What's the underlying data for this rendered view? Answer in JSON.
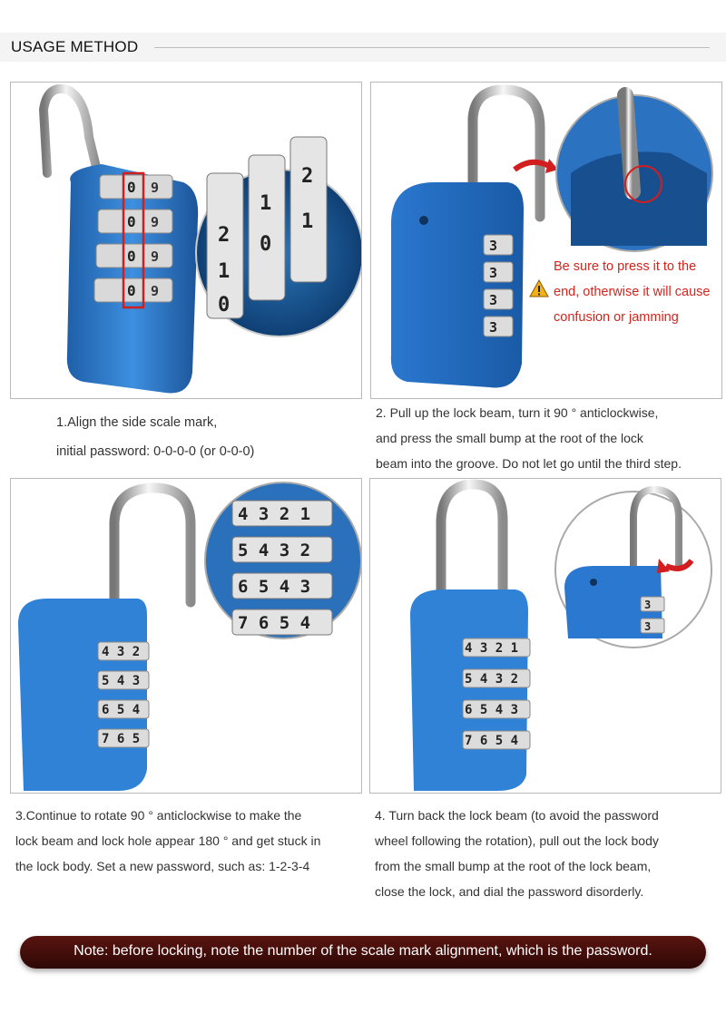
{
  "header": {
    "title": "USAGE METHOD"
  },
  "steps": [
    {
      "lines": [
        "1.Align the side scale mark,",
        "initial password: 0-0-0-0 (or 0-0-0)"
      ]
    },
    {
      "lines": [
        "2. Pull up the lock beam, turn it 90 ° anticlockwise,",
        "and press the small bump at the root of the lock",
        "beam into the groove. Do not let go until the third step."
      ]
    },
    {
      "lines": [
        "3.Continue to rotate 90 ° anticlockwise to make the",
        "lock beam and lock hole appear 180 ° and get stuck in",
        "the lock body. Set a new password, such as: 1-2-3-4"
      ]
    },
    {
      "lines": [
        "4. Turn back the lock beam (to avoid the password",
        "wheel following the rotation), pull out the lock body",
        "from the small bump at the root of the lock beam,",
        "close the lock, and dial the password disorderly."
      ]
    }
  ],
  "warning": {
    "lines": [
      "Be sure to press it to the",
      "end, otherwise it will cause",
      "confusion or jamming"
    ]
  },
  "note": "Note: before locking, note the number of the scale mark alignment, which is the password.",
  "dials": {
    "p1": [
      "0",
      "0",
      "0",
      "0"
    ],
    "p1_side": [
      "9",
      "9",
      "9",
      "9"
    ],
    "p1_zoom": [
      "2",
      "1",
      "0",
      "1",
      "0",
      "2",
      "1"
    ],
    "p2": [
      "3",
      "3",
      "3",
      "3"
    ],
    "p3_main": [
      "4 3 2",
      "5 4 3",
      "6 5 4",
      "7 6 5"
    ],
    "p3_zoom": [
      "4 3 2 1",
      "5 4 3 2",
      "6 5 4 3",
      "7 6 5 4"
    ],
    "p4_main": [
      "4 3 2 1",
      "5 4 3 2",
      "6 5 4 3",
      "7 6 5 4"
    ],
    "p4_zoom": [
      "3",
      "3"
    ]
  },
  "colors": {
    "lock_blue": "#2f7fd0",
    "warning_red": "#d6241c",
    "note_bg": "#3a0b08"
  }
}
